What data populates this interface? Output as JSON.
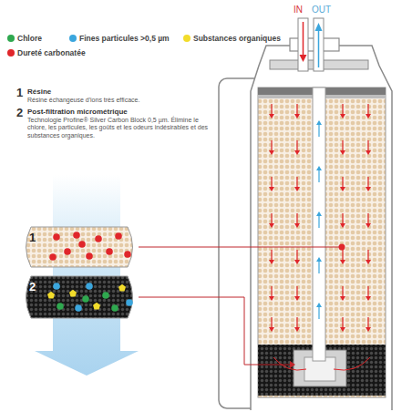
{
  "diagram": {
    "nodes": [
      {
        "text": [
          "1"
        ]
      },
      {
        "text": [
          "2"
        ]
      }
    ],
    "labels": [
      "1",
      "Résine",
      "Résine échangeuse d'ions très efficace.",
      "2",
      "Post-filtration micrométrique",
      "Technologie Profine® Silver Carbon Block 0,5 µm. Élimine le chlore, les particules, les goûts et les odeurs indésirables et des substances organiques.",
      "IN",
      "OUT"
    ],
    "legend": [
      {
        "text": "Chlore",
        "color": "#2fa84f"
      },
      {
        "text": "Fines particules >0,5 µm",
        "color": "#3ba6dd"
      },
      {
        "text": "Substances organiques",
        "color": "#f2dc2b"
      },
      {
        "text": "Dureté carbonatée",
        "color": "#e0262b"
      }
    ]
  }
}
